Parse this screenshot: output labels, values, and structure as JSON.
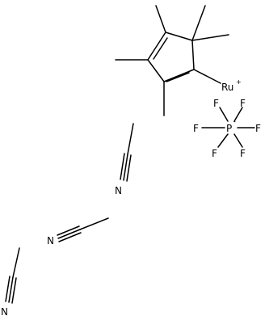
{
  "structure": {
    "ruthenium": {
      "symbol": "Ru",
      "charge": "+"
    },
    "hexafluorophosphate": {
      "center": {
        "symbol": "P",
        "charge": "-"
      },
      "fluorines": [
        "F",
        "F",
        "F",
        "F",
        "F",
        "F"
      ]
    },
    "acetonitrile_1": {
      "nitrogen": "N"
    },
    "acetonitrile_2": {
      "nitrogen": "N"
    },
    "acetonitrile_3": {
      "nitrogen": "N"
    }
  }
}
